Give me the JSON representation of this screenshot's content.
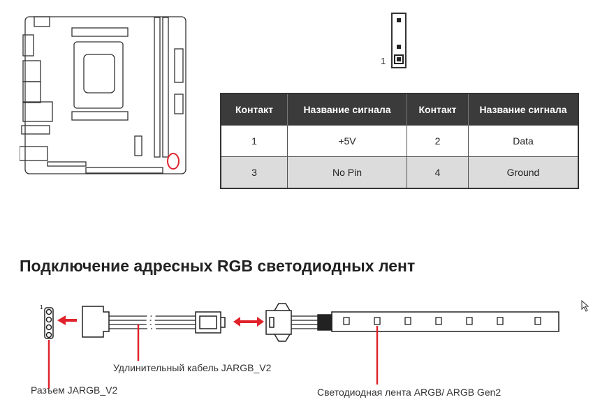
{
  "pin_header": {
    "pin1_label": "1"
  },
  "table": {
    "headers": [
      "Контакт",
      "Название сигнала",
      "Контакт",
      "Название сигнала"
    ],
    "rows": [
      [
        "1",
        "+5V",
        "2",
        "Data"
      ],
      [
        "3",
        "No Pin",
        "4",
        "Ground"
      ]
    ]
  },
  "section_title": "Подключение адресных RGB светодиодных лент",
  "diagram": {
    "pin1_label": "1",
    "connector_label": "Разъем JARGB_V2",
    "cable_label": "Удлинительный кабель JARGB_V2",
    "strip_label": "Светодиодная лента ARGB/ ARGB Gen2"
  },
  "colors": {
    "accent": "#e0232b",
    "header_bg": "#3b3b3b",
    "row_alt": "#dcdcdc"
  }
}
